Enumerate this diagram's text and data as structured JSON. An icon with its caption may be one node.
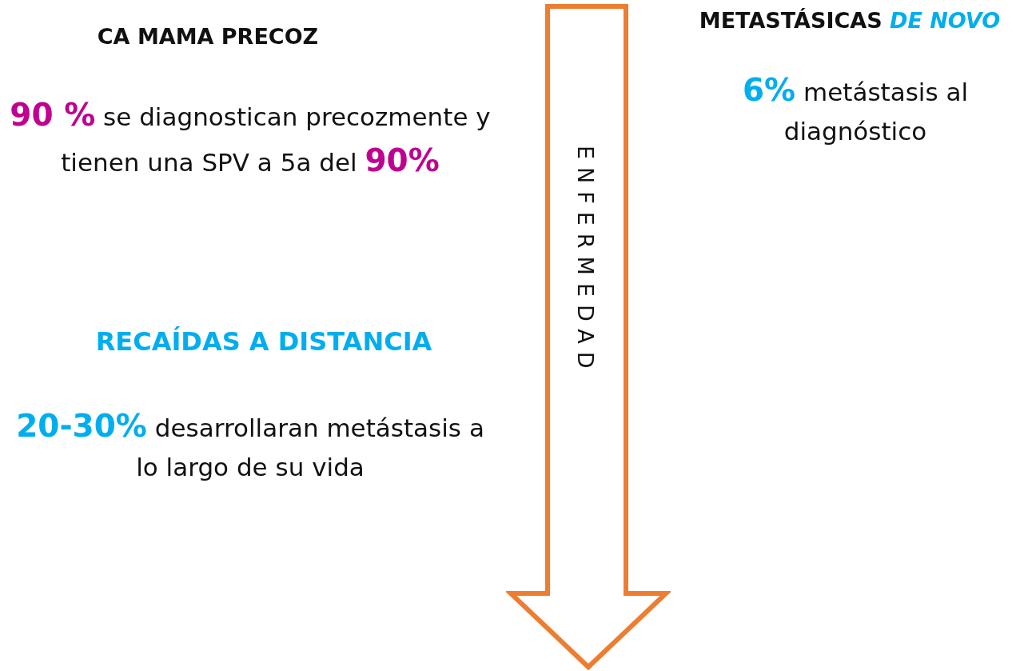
{
  "diagram": {
    "nodes": [
      {
        "text": [
          "ENFERMEDAD"
        ]
      }
    ],
    "labels": [
      "CA MAMA PRECOZ",
      "**90 %** se diagnostican precozmente y tienen una SPV a 5a del **90%**",
      "RECAÍDAS A DISTANCIA",
      "**20-30%** desarrollaran metástasis a lo largo de su vida",
      "METASTÁSICAS *DE NOVO*",
      "**6%** metástasis al diagnóstico"
    ]
  }
}
